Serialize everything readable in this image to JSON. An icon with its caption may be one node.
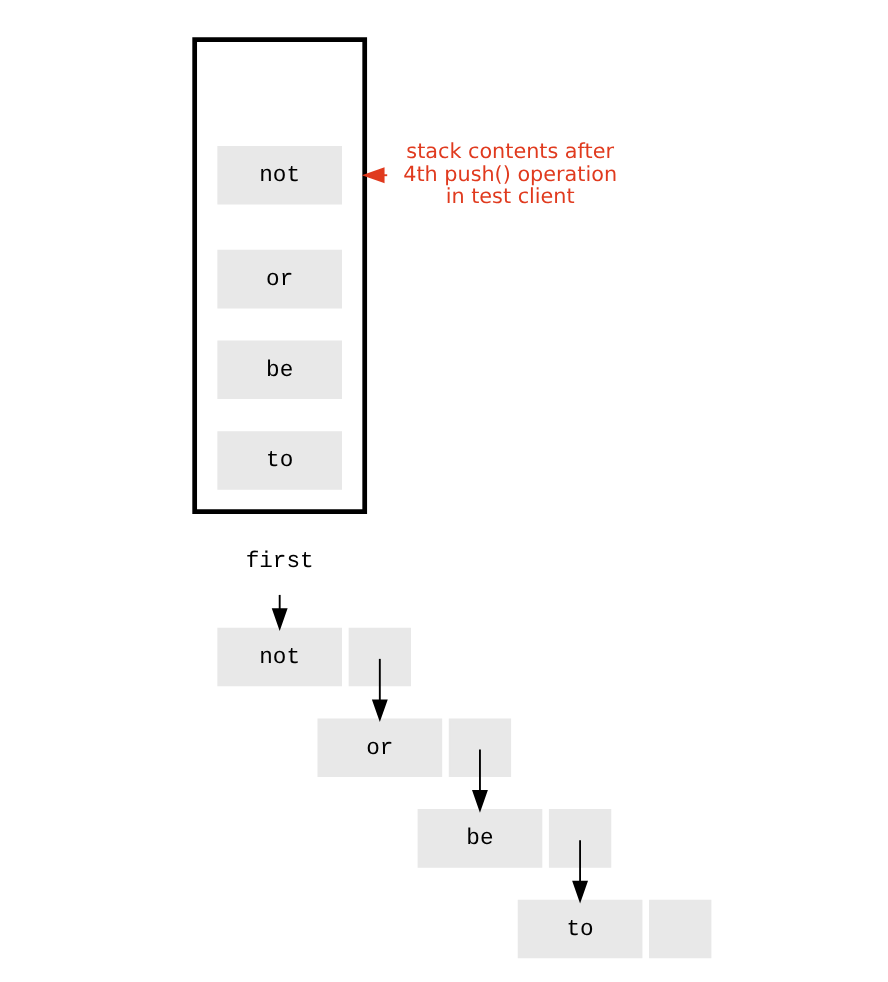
{
  "diagram": {
    "nodes": [
      {
        "text": [],
        "shape": "box"
      },
      {
        "text": [
          "not"
        ],
        "in": 0
      },
      {
        "text": [
          "or"
        ],
        "in": 0
      },
      {
        "text": [
          "be"
        ],
        "in": 0
      },
      {
        "text": [
          "to"
        ],
        "in": 0
      },
      {
        "text": [
          "stack contents after 4th push() operation in test client"
        ]
      },
      {
        "text": [
          "first"
        ]
      },
      {
        "text": [
          "not"
        ]
      },
      {
        "text": [],
        "shape": "box"
      },
      {
        "text": [
          "or"
        ]
      },
      {
        "text": [],
        "shape": "box"
      },
      {
        "text": [
          "be"
        ]
      },
      {
        "text": [],
        "shape": "box"
      },
      {
        "text": [
          "to"
        ]
      },
      {
        "text": [],
        "shape": "box"
      }
    ],
    "edges": [
      {
        "from": 5,
        "to": 0,
        "arrow": "to",
        "color": "#e03a1e"
      },
      {
        "from": 6,
        "to": 7,
        "arrow": "to"
      },
      {
        "from": 8,
        "to": 9,
        "arrow": "to"
      },
      {
        "from": 10,
        "to": 11,
        "arrow": "to"
      },
      {
        "from": 12,
        "to": 13,
        "arrow": "to"
      }
    ]
  }
}
